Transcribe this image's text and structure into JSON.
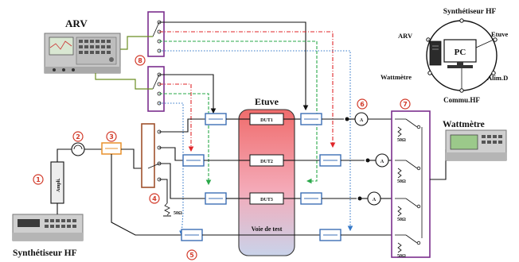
{
  "labels": {
    "arv": "ARV",
    "etuve": "Etuve",
    "wattmetre": "Wattmètre",
    "synth_hf_bottom": "Synthétiseur HF",
    "synth_hf_top": "Synthétiseur HF",
    "voie_de_test": "Voie de test",
    "pc": "PC",
    "ring_arv": "ARV",
    "ring_etuve": "Etuve",
    "ring_wattmetre": "Wattmètre",
    "ring_alim": "Alim.D",
    "ring_commu": "Commu.HF",
    "dut1": "DUT1",
    "dut2": "DUT2",
    "dut3": "DUT3",
    "ampli": "Ampli.",
    "ohm_small": "50Ω",
    "ohm_1": "50Ω",
    "ohm_2": "50Ω",
    "ohm_3": "50Ω",
    "ohm_4": "50Ω",
    "meter_a1": "A",
    "meter_a2": "A",
    "meter_a3": "A"
  },
  "markers": [
    "1",
    "2",
    "3",
    "4",
    "5",
    "6",
    "7",
    "8"
  ],
  "colors": {
    "marker": "#d23a2a",
    "oven_top": "#f06c6c",
    "oven_bottom": "#c9d3ea",
    "switch_frame": "#7b2f8e",
    "coupler": "#3d6fb5",
    "red_dash": "#e0262a",
    "green_dash": "#2aa84a",
    "blue_dot": "#3478c8",
    "olive": "#6b8e23",
    "orange": "#e8912c"
  }
}
